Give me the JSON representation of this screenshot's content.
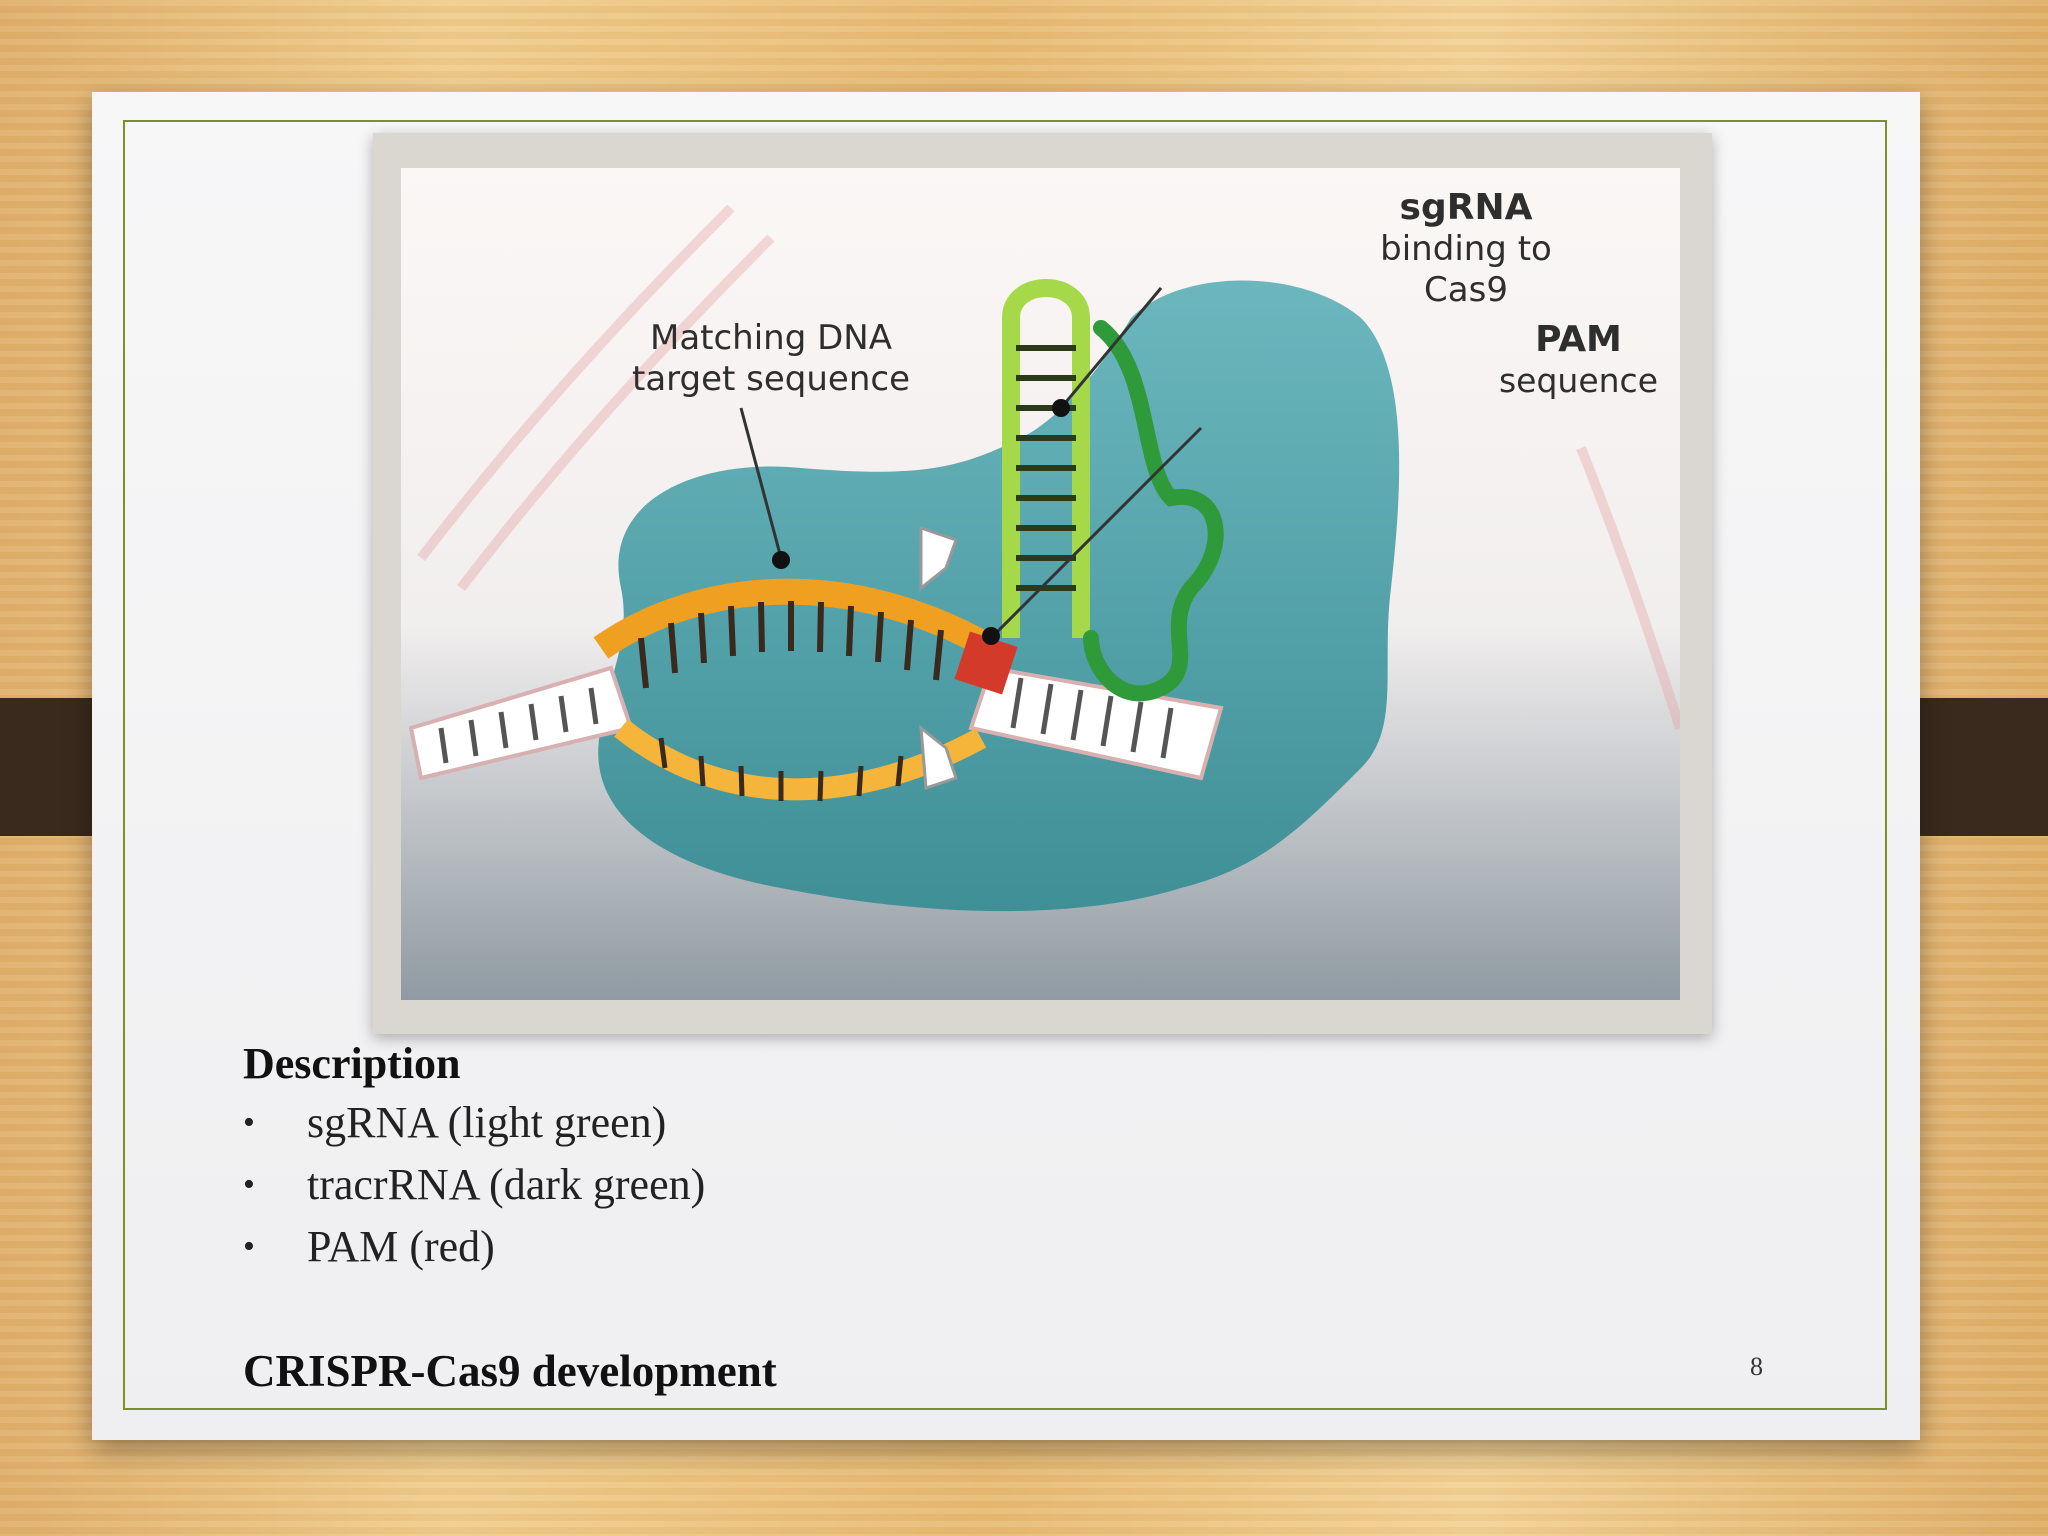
{
  "figure": {
    "labels": {
      "sgrna_title": "sgRNA",
      "sgrna_line2": "binding to",
      "sgrna_line3": "Cas9",
      "matching_line1": "Matching DNA",
      "matching_line2": "target sequence",
      "pam_title": "PAM",
      "pam_line2": "sequence"
    }
  },
  "description": {
    "title": "Description",
    "items": [
      {
        "bullet": "•",
        "text": "sgRNA (light green)"
      },
      {
        "bullet": "•",
        "text": "tracrRNA (dark green)"
      },
      {
        "bullet": "•",
        "text": "PAM (red)"
      }
    ]
  },
  "footer": {
    "title": "CRISPR-Cas9 development",
    "page_number": "8"
  },
  "colors": {
    "frame_border": "#7b8f2a",
    "cas9_protein": "#5aa9b0",
    "target_dna": "#f0a020",
    "sgrna": "#a6d94a",
    "tracrrna": "#2e9a3a",
    "pam": "#d33a2a"
  }
}
